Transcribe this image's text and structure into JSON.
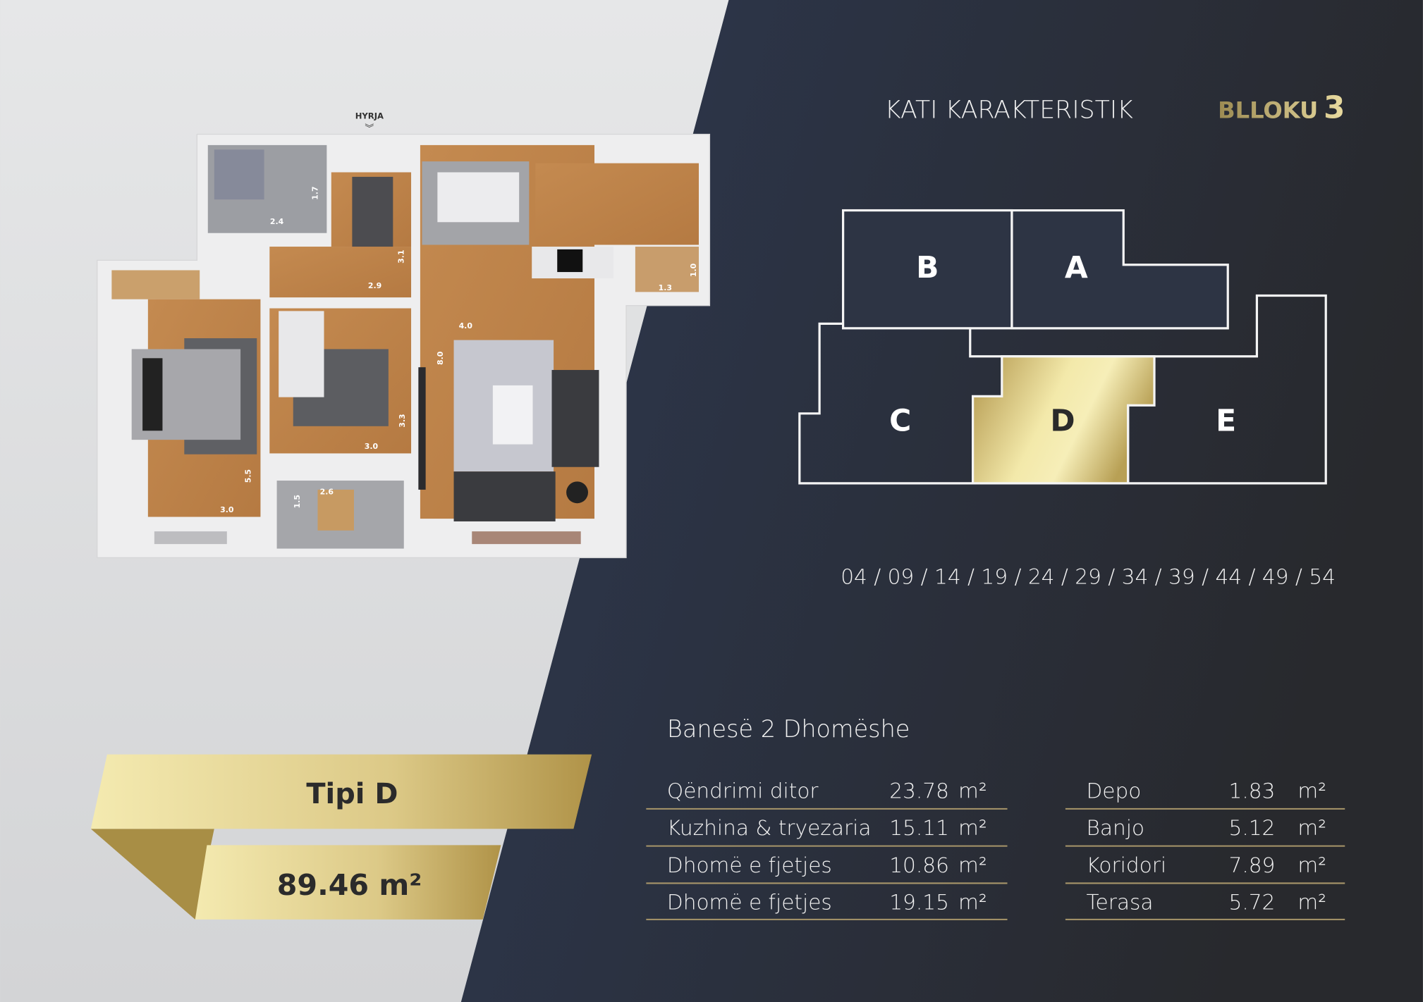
{
  "header": {
    "title": "KATI KARAKTERISTIK",
    "block_label": "BLLOKU",
    "block_number": "3"
  },
  "plan": {
    "entrance": "HYRJA",
    "dimensions": [
      "2.4",
      "1.7",
      "3.1",
      "2.9",
      "1.3",
      "1.0",
      "4.0",
      "8.0",
      "3.3",
      "3.0",
      "5.5",
      "3.0",
      "2.6",
      "1.5"
    ]
  },
  "building_diagram": {
    "units": [
      "B",
      "A",
      "C",
      "D",
      "E"
    ],
    "selected": "D"
  },
  "floors": "04 / 09 / 14 / 19 / 24 / 29 / 34 / 39 / 44 / 49 / 54",
  "apartment": {
    "type_label": "Tipi D",
    "area": "89.46 m²",
    "description": "Banesë 2 Dhomëshe"
  },
  "rooms_left": [
    {
      "name": "Qëndrimi ditor",
      "area": "23.78",
      "unit": "m²"
    },
    {
      "name": "Kuzhina & tryezaria",
      "area": "15.11",
      "unit": "m²"
    },
    {
      "name": "Dhomë e fjetjes",
      "area": "10.86",
      "unit": "m²"
    },
    {
      "name": "Dhomë e fjetjes",
      "area": "19.15",
      "unit": "m²"
    }
  ],
  "rooms_right": [
    {
      "name": "Depo",
      "area": "1.83",
      "unit": "m²"
    },
    {
      "name": "Banjo",
      "area": "5.12",
      "unit": "m²"
    },
    {
      "name": "Koridori",
      "area": "7.89",
      "unit": "m²"
    },
    {
      "name": "Terasa",
      "area": "5.72",
      "unit": "m²"
    }
  ],
  "colors": {
    "navy": "#2b3447",
    "dark": "#2a2b30",
    "gold_light": "#f5ecb0",
    "gold_dark": "#b0944a"
  }
}
